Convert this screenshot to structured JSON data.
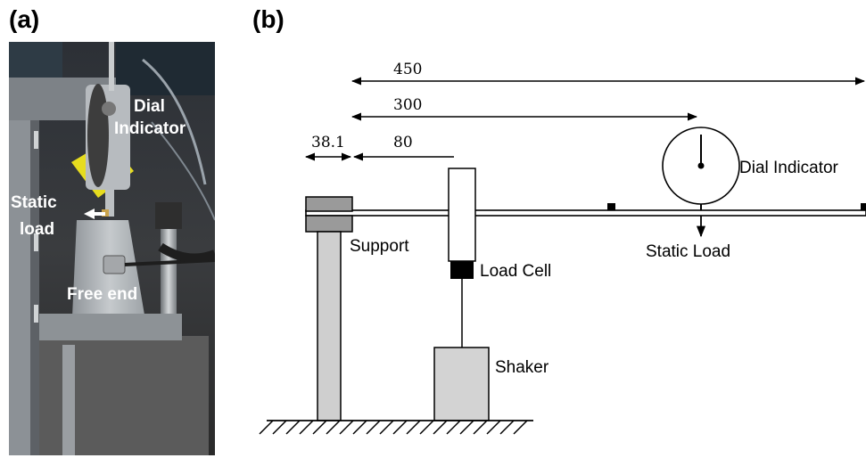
{
  "panels": {
    "a_label": "(a)",
    "b_label": "(b)"
  },
  "photo": {
    "labels": {
      "dial_indicator_line1": "Dial",
      "dial_indicator_line2": "Indicator",
      "static_load_line1": "Static",
      "static_load_line2": "load",
      "free_end": "Free end"
    }
  },
  "diagram": {
    "dimensions": {
      "d450": "450",
      "d300": "300",
      "d38": "38.1",
      "d80": "80"
    },
    "labels": {
      "dial_indicator": "Dial Indicator",
      "support": "Support",
      "static_load": "Static Load",
      "load_cell": "Load Cell",
      "shaker": "Shaker"
    }
  },
  "colors": {
    "support_gray": "#cfcfcf",
    "clamp_gray": "#9a9a9a",
    "shaker_gray": "#d3d3d3",
    "load_cell_black": "#000000"
  }
}
